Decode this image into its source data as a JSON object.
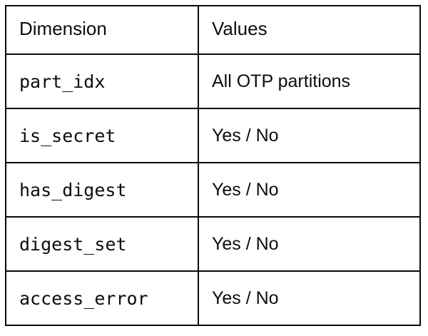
{
  "table": {
    "columns": [
      {
        "key": "dimension",
        "label": "Dimension"
      },
      {
        "key": "values",
        "label": "Values"
      }
    ],
    "rows": [
      {
        "dimension": "part_idx",
        "values": "All OTP partitions"
      },
      {
        "dimension": "is_secret",
        "values": "Yes / No"
      },
      {
        "dimension": "has_digest",
        "values": "Yes / No"
      },
      {
        "dimension": "digest_set",
        "values": "Yes / No"
      },
      {
        "dimension": "access_error",
        "values": "Yes / No"
      }
    ]
  },
  "style": {
    "border_color": "#0a0a0a",
    "text_color": "#0d0d0d",
    "background": "#ffffff"
  }
}
